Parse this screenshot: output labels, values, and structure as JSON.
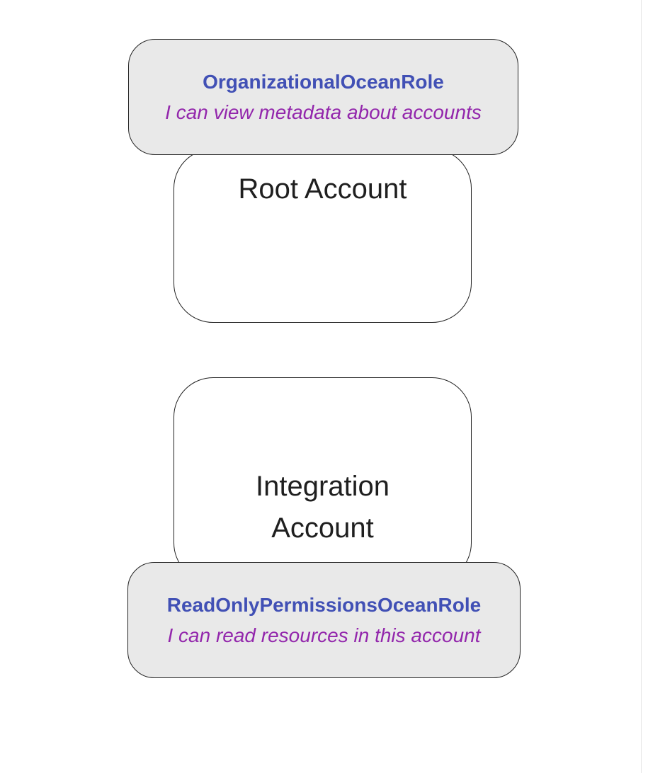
{
  "diagram": {
    "type": "account-roles-diagram",
    "colors": {
      "background": "#ffffff",
      "role_box_fill": "#e9e9e9",
      "box_border": "#222222",
      "role_name_text": "#4150b5",
      "role_description_text": "#9327ac",
      "account_label_text": "#1f1f1f"
    },
    "nodes": [
      {
        "account": "Root Account",
        "role": "OrganizationalOceanRole",
        "description": "I can view metadata about accounts",
        "role_position": "top"
      },
      {
        "account": "Integration Account",
        "role": "ReadOnlyPermissionsOceanRole",
        "description": "I can read resources in this account",
        "role_position": "bottom"
      }
    ]
  }
}
